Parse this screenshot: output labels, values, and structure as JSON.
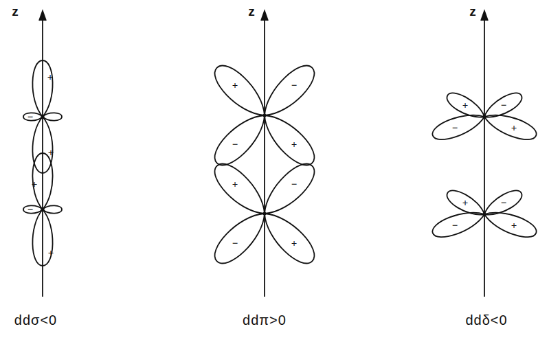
{
  "diagram": {
    "labels": [
      "z",
      "z",
      "z",
      "+",
      "−",
      "+",
      "+",
      "−",
      "+",
      "+",
      "−",
      "−",
      "+",
      "+",
      "−",
      "−",
      "+",
      "+",
      "−",
      "−",
      "+",
      "+",
      "−",
      "−",
      "+",
      "ddσ<0",
      "ddπ>0",
      "ddδ<0"
    ]
  }
}
